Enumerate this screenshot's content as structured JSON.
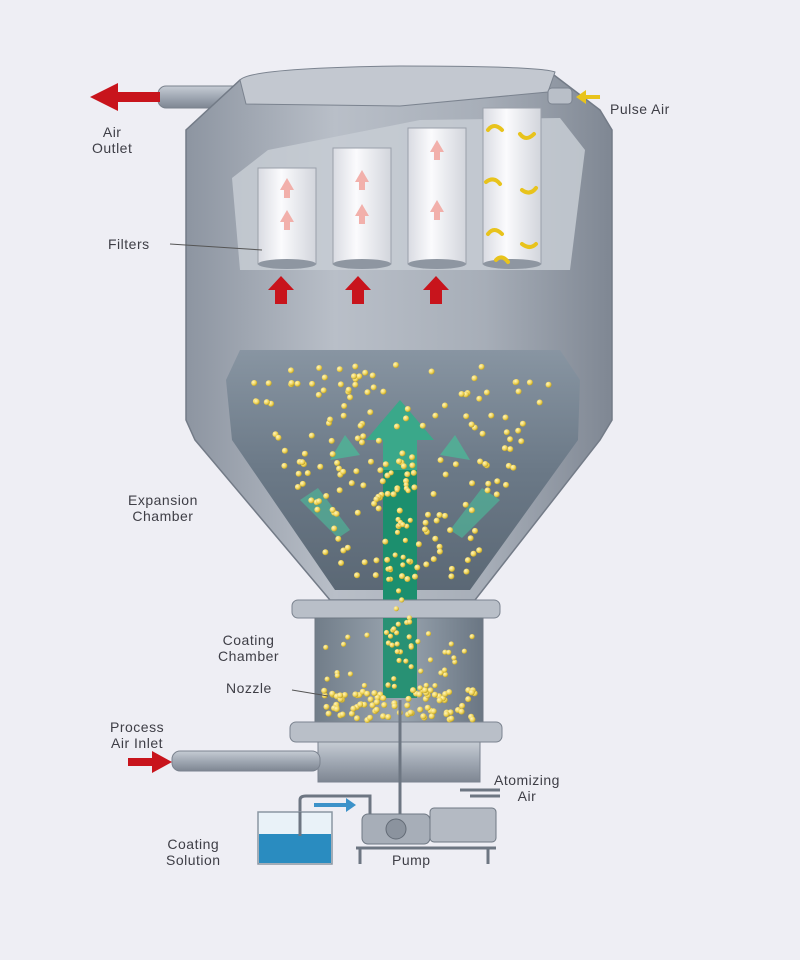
{
  "colors": {
    "background": "#eeeef4",
    "housing": "#a9b0ba",
    "chamber_interior": "#6d7b88",
    "filter_tube": "#f1f1f5",
    "air_arrow": "#c8141c",
    "pulse_arrow": "#e8c31c",
    "fluid_stream": "#1c8f6e",
    "particle": "#f0d458",
    "coating_solution": "#2a8cc0"
  },
  "labels": {
    "air_outlet": [
      "Air",
      "Outlet"
    ],
    "pulse_air": "Pulse Air",
    "filters": "Filters",
    "expansion_chamber": [
      "Expansion",
      "Chamber"
    ],
    "coating_chamber": [
      "Coating",
      "Chamber"
    ],
    "nozzle": "Nozzle",
    "process_air_inlet": [
      "Process",
      "Air Inlet"
    ],
    "atomizing_air": [
      "Atomizing",
      "Air"
    ],
    "coating_solution": [
      "Coating",
      "Solution"
    ],
    "pump": "Pump"
  },
  "icons": {
    "air_outlet": "arrow-left-icon",
    "process_air_inlet": "arrow-right-icon",
    "pulse_air": "arrow-left-icon",
    "filter_airflow": "arrow-up-icon"
  }
}
